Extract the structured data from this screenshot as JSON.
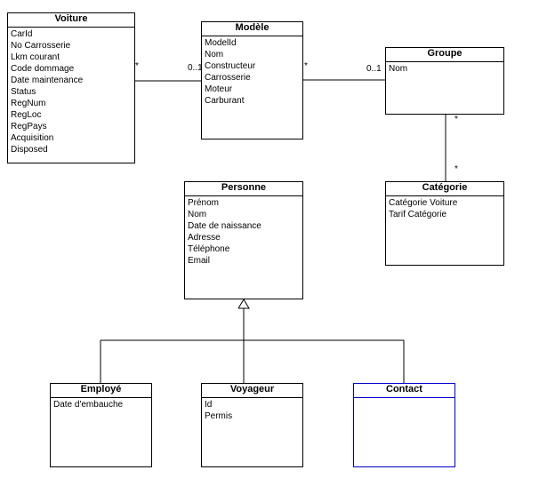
{
  "classes": {
    "voiture": {
      "name": "Voiture",
      "attributes": [
        "CarId",
        "No Carrosserie",
        "Lkm courant",
        "Code dommage",
        "Date maintenance",
        "Status",
        "RegNum",
        "RegLoc",
        "RegPays",
        "Acquisition",
        "Disposed"
      ]
    },
    "modele": {
      "name": "Modèle",
      "attributes": [
        "ModelId",
        "Nom",
        "Constructeur",
        "Carrosserie",
        "Moteur",
        "Carburant"
      ]
    },
    "groupe": {
      "name": "Groupe",
      "attributes": [
        "Nom"
      ]
    },
    "categorie": {
      "name": "Catégorie",
      "attributes": [
        "Catégorie Voiture",
        "Tarif Catégorie"
      ]
    },
    "personne": {
      "name": "Personne",
      "attributes": [
        "Prénom",
        "Nom",
        "Date de naissance",
        "Adresse",
        "Téléphone",
        "Email"
      ]
    },
    "employe": {
      "name": "Employé",
      "attributes": [
        "Date d'embauche"
      ]
    },
    "voyageur": {
      "name": "Voyageur",
      "attributes": [
        "Id",
        "Permis"
      ]
    },
    "contact": {
      "name": "Contact",
      "attributes": []
    }
  },
  "associations": {
    "voiture_modele": {
      "from_mult": "*",
      "to_mult": "0..1"
    },
    "modele_groupe": {
      "from_mult": "*",
      "to_mult": "0..1"
    },
    "groupe_categorie": {
      "from_mult": "*",
      "to_mult": "*"
    }
  },
  "colors": {
    "line": "#000000",
    "selected_border": "#0000cc"
  }
}
